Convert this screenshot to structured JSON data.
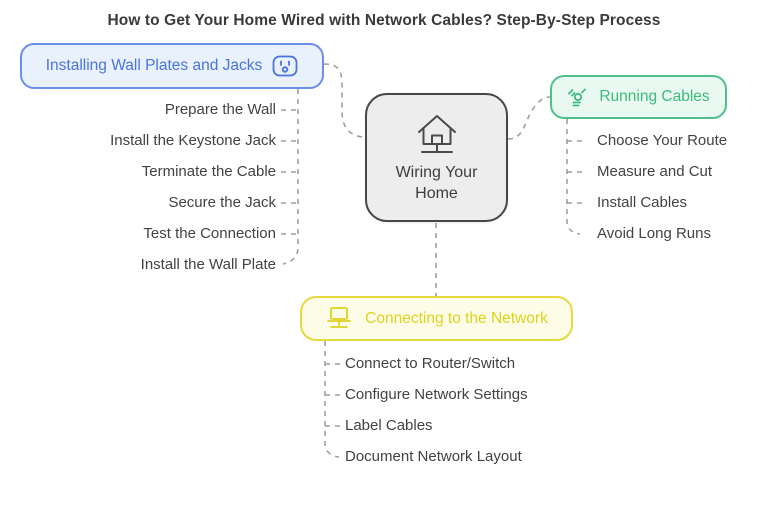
{
  "title": "How to Get Your Home Wired with Network Cables? Step-By-Step Process",
  "center": {
    "label_line1": "Wiring Your",
    "label_line2": "Home",
    "icon": "home-network-icon"
  },
  "branches": {
    "wall_plates": {
      "label": "Installing Wall Plates and Jacks",
      "icon": "outlet-icon",
      "color": "#4a74dd",
      "items": [
        "Prepare the Wall",
        "Install the Keystone Jack",
        "Terminate the Cable",
        "Secure the Jack",
        "Test the Connection",
        "Install the Wall Plate"
      ]
    },
    "running_cables": {
      "label": "Running Cables",
      "icon": "cable-splice-icon",
      "color": "#3fba7e",
      "items": [
        "Choose Your Route",
        "Measure and Cut",
        "Install Cables",
        "Avoid Long Runs"
      ]
    },
    "connecting_network": {
      "label": "Connecting to the Network",
      "icon": "laptop-network-icon",
      "color": "#ddd21f",
      "items": [
        "Connect to Router/Switch",
        "Configure Network Settings",
        "Label Cables",
        "Document Network Layout"
      ]
    }
  },
  "colors": {
    "blue_accent": "#4a74dd",
    "green_accent": "#3fba7e",
    "yellow_accent": "#ddd21f",
    "center_border": "#474747",
    "connector_gray": "#9e9e9e"
  }
}
